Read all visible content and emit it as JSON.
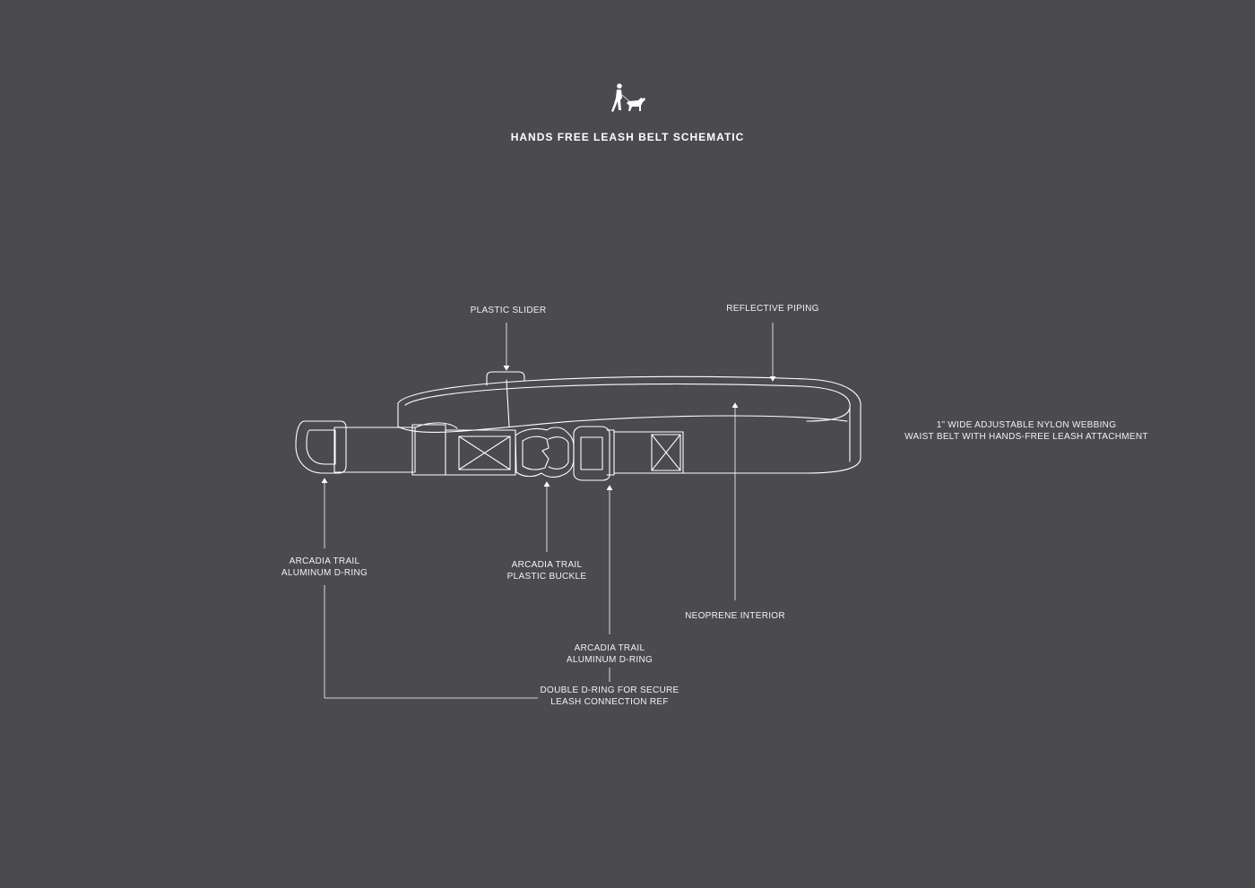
{
  "title": "HANDS FREE LEASH BELT SCHEMATIC",
  "colors": {
    "background": "#4b4a4f",
    "line": "#ffffff",
    "text": "#f2f2f2"
  },
  "icons": [
    "runner-with-dog-icon"
  ],
  "labels": {
    "plastic_slider": "PLASTIC SLIDER",
    "reflective_piping": "REFLECTIVE PIPING",
    "webbing": [
      "1” WIDE ADJUSTABLE NYLON WEBBING",
      "WAIST BELT WITH HANDS-FREE LEASH ATTACHMENT"
    ],
    "dring_left": [
      "ARCADIA TRAIL",
      "ALUMINUM  D-RING"
    ],
    "buckle": [
      "ARCADIA TRAIL",
      "PLASTIC BUCKLE"
    ],
    "neoprene": "NEOPRENE INTERIOR",
    "dring_right": [
      "ARCADIA TRAIL",
      "ALUMINUM  D-RING"
    ],
    "double_dring": [
      "DOUBLE D-RING FOR SECURE",
      "LEASH CONNECTION REF"
    ]
  }
}
